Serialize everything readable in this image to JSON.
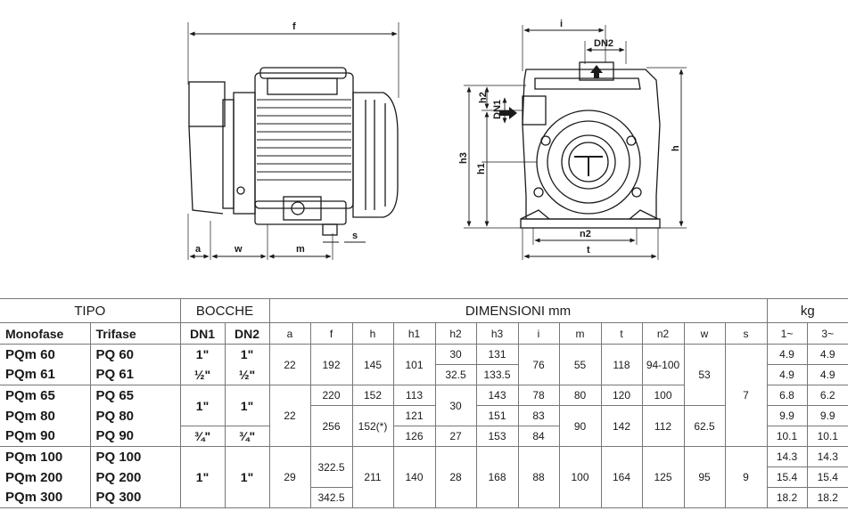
{
  "drawing": {
    "side_view_labels": {
      "f": "f",
      "a": "a",
      "w": "w",
      "m": "m",
      "s": "s"
    },
    "front_view_labels": {
      "i": "i",
      "DN2": "DN2",
      "DN1": "DN1",
      "h2": "h2",
      "h3": "h3",
      "h1": "h1",
      "h": "h",
      "n2": "n2",
      "t": "t"
    }
  },
  "table": {
    "groups": {
      "tipo": "TIPO",
      "bocche": "BOCCHE",
      "dimensioni": "DIMENSIONI mm",
      "kg": "kg"
    },
    "subheaders": {
      "monofase": "Monofase",
      "trifase": "Trifase",
      "dn1": "DN1",
      "dn2": "DN2",
      "a": "a",
      "f": "f",
      "h": "h",
      "h1": "h1",
      "h2": "h2",
      "h3": "h3",
      "i": "i",
      "m": "m",
      "t": "t",
      "n2": "n2",
      "w": "w",
      "s": "s",
      "kg1": "1~",
      "kg3": "3~"
    },
    "rows": [
      {
        "mono": "PQm 60",
        "tri": "PQ 60",
        "dn1": "1\"",
        "dn2": "1\"",
        "a": "22",
        "f": "192",
        "h": "145",
        "h1": "101",
        "h2": "30",
        "h3": "131",
        "i": "76",
        "m": "55",
        "t": "118",
        "n2": "94-100",
        "w": "53",
        "s": "7",
        "kg1": "4.9",
        "kg3": "4.9"
      },
      {
        "mono": "PQm 61",
        "tri": "PQ 61",
        "dn1": "½\"",
        "dn2": "½\"",
        "h2": "32.5",
        "h3": "133.5",
        "kg1": "4.9",
        "kg3": "4.9"
      },
      {
        "mono": "PQm 65",
        "tri": "PQ 65",
        "dn1": "1\"",
        "dn2": "1\"",
        "a": "22",
        "f": "220",
        "h": "152",
        "h1": "113",
        "h2": "30",
        "h3": "143",
        "i": "78",
        "m": "80",
        "t": "120",
        "n2": "100",
        "kg1": "6.8",
        "kg3": "6.2"
      },
      {
        "mono": "PQm 80",
        "tri": "PQ 80",
        "f": "256",
        "h": "152(*)",
        "h1": "121",
        "h3": "151",
        "i": "83",
        "m": "90",
        "t": "142",
        "n2": "112",
        "w": "62.5",
        "kg1": "9.9",
        "kg3": "9.9"
      },
      {
        "mono": "PQm 90",
        "tri": "PQ 90",
        "dn1": "¾\"",
        "dn2": "¾\"",
        "h1": "126",
        "h2": "27",
        "h3": "153",
        "i": "84",
        "kg1": "10.1",
        "kg3": "10.1"
      },
      {
        "mono": "PQm 100",
        "tri": "PQ 100",
        "dn1": "1\"",
        "dn2": "1\"",
        "a": "29",
        "f": "322.5",
        "h": "211",
        "h1": "140",
        "h2": "28",
        "h3": "168",
        "i": "88",
        "m": "100",
        "t": "164",
        "n2": "125",
        "w": "95",
        "s": "9",
        "kg1": "14.3",
        "kg3": "14.3"
      },
      {
        "mono": "PQm 200",
        "tri": "PQ 200",
        "kg1": "15.4",
        "kg3": "15.4"
      },
      {
        "mono": "PQm 300",
        "tri": "PQ 300",
        "f": "342.5",
        "kg1": "18.2",
        "kg3": "18.2"
      }
    ]
  }
}
